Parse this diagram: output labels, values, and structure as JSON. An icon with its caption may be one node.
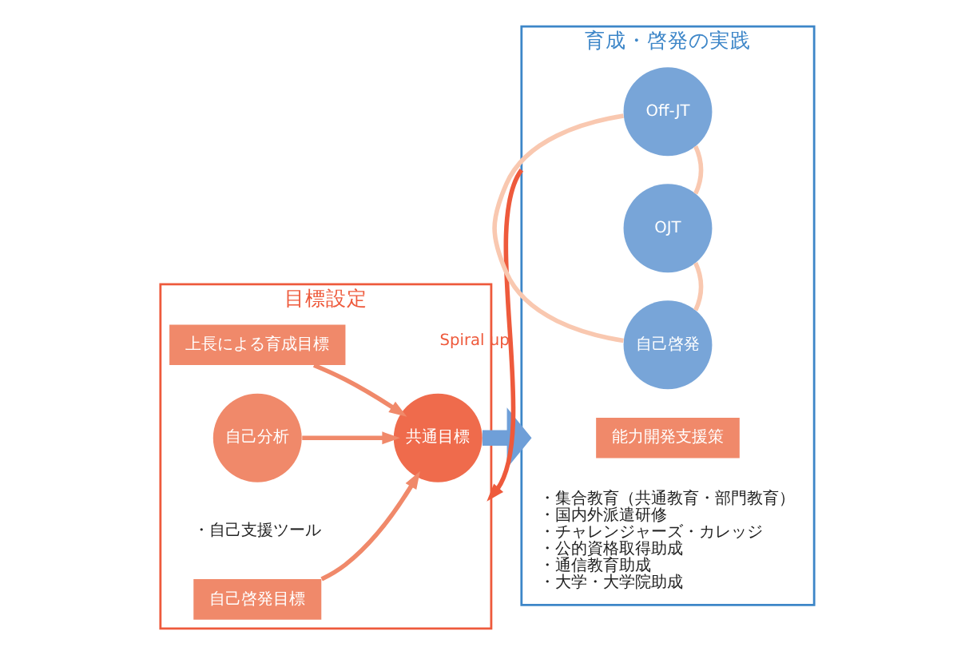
{
  "diagram": {
    "nodes": [
      {
        "text": [
          "目標設定"
        ]
      },
      {
        "text": [
          "上長による育成目標"
        ],
        "in": 0
      },
      {
        "text": [
          "共通目標"
        ],
        "in": 0
      },
      {
        "text": [
          "自己啓発目標"
        ],
        "in": 0
      },
      {
        "text": [
          "自己分析"
        ],
        "in": 0
      },
      {
        "text": [
          "育成・啓発の実践"
        ]
      },
      {
        "text": [
          "Off-JT"
        ],
        "in": 5
      },
      {
        "text": [
          "OJT"
        ],
        "in": 5
      },
      {
        "text": [
          "自己啓発"
        ],
        "in": 5
      },
      {
        "text": [
          "能力開発支援策"
        ],
        "in": 5,
        "beside": [
          "・集合教育（共通教育・部門教育）",
          "・国内外派遣研修",
          "・チャレンジャーズ・カレッジ",
          "・公的資格取得助成",
          "・通信教育助成",
          "・大学・大学院助成"
        ]
      }
    ],
    "edges": [
      {
        "from": 1,
        "to": 2,
        "arrow": "to"
      },
      {
        "from": 3,
        "to": 2,
        "arrow": "to"
      },
      {
        "from": 4,
        "to": 2,
        "arrow": "to"
      },
      {
        "from": 2,
        "to": 5,
        "arrow": "to",
        "style": "thick",
        "color": "#6f9fd8"
      },
      {
        "from": 6,
        "to": 7,
        "arrow": "none",
        "color": "#f9c8b0"
      },
      {
        "from": 6,
        "to": 8,
        "arrow": "none",
        "color": "#f9c8b0"
      },
      {
        "from": 7,
        "to": 8,
        "arrow": "none",
        "color": "#f9c8b0"
      },
      {
        "from": 5,
        "to": 0,
        "arrow": "to",
        "label": "Spiral up",
        "color": "#ee5a3c"
      }
    ],
    "labels": [
      "・自己支援ツール"
    ]
  }
}
